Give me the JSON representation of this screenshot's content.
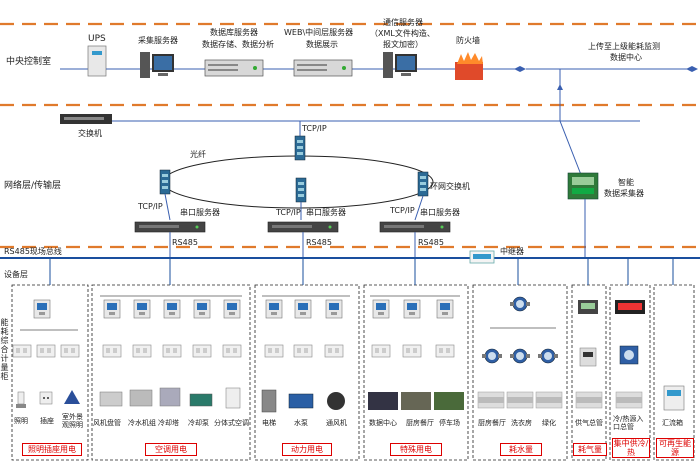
{
  "zones": {
    "central": "中央控制室",
    "network": "网络层/传输层",
    "device": "设备层"
  },
  "top_devices": {
    "ups": "UPS",
    "collect_server": "采集服务器",
    "db_server": "数据库服务器",
    "db_server_sub": "数据存储、数据分析",
    "web_server": "WEB\\中间层服务器",
    "web_server_sub": "数据展示",
    "comm_server": "通信服务器",
    "comm_server_sub1": "（XML文件构造、",
    "comm_server_sub2": "报文加密）",
    "firewall": "防火墙",
    "upload_line1": "上传至上级能耗监测",
    "upload_line2": "数据中心",
    "switch": "交换机"
  },
  "network": {
    "tcpip_top": "TCP/IP",
    "fiber": "光纤",
    "ring_switch": "环网交换机",
    "smart_collector_1": "智能",
    "smart_collector_2": "数据采集器",
    "tcpip_left": "TCP/IP",
    "tcpip_mid": "TCP/IP",
    "tcpip_right": "TCP/IP",
    "serial_server": "串口服务器",
    "rs485_1": "RS485",
    "rs485_2": "RS485",
    "rs485_3": "RS485",
    "bus": "RS485现场总线",
    "repeater": "中继器"
  },
  "device_layer": {
    "vertical_label": "能耗综合计量柜",
    "groups": [
      {
        "name": "照明插座用电",
        "items": [
          "照明",
          "插座",
          "室外景观照明"
        ]
      },
      {
        "name": "空调用电",
        "items": [
          "风机盘管",
          "冷水机组",
          "冷却塔",
          "冷却泵",
          "分体式空调"
        ]
      },
      {
        "name": "动力用电",
        "items": [
          "电梯",
          "水泵",
          "通风机"
        ]
      },
      {
        "name": "特殊用电",
        "items": [
          "数据中心",
          "厨房餐厅",
          "停车场"
        ]
      },
      {
        "name": "耗水量",
        "items": [
          "厨房餐厅",
          "洗衣房",
          "绿化"
        ]
      },
      {
        "name": "耗气量",
        "items": [
          "供气总管"
        ]
      },
      {
        "name": "集中供冷/热",
        "items": [
          "冷/热源入口总管"
        ]
      },
      {
        "name": "可再生能源",
        "items": [
          "汇流箱"
        ]
      }
    ]
  },
  "colors": {
    "dash_orange": "#e07a2c",
    "bus_blue": "#1a4f9e",
    "label_red": "#dd0000",
    "link_blue": "#3a5fb0"
  }
}
